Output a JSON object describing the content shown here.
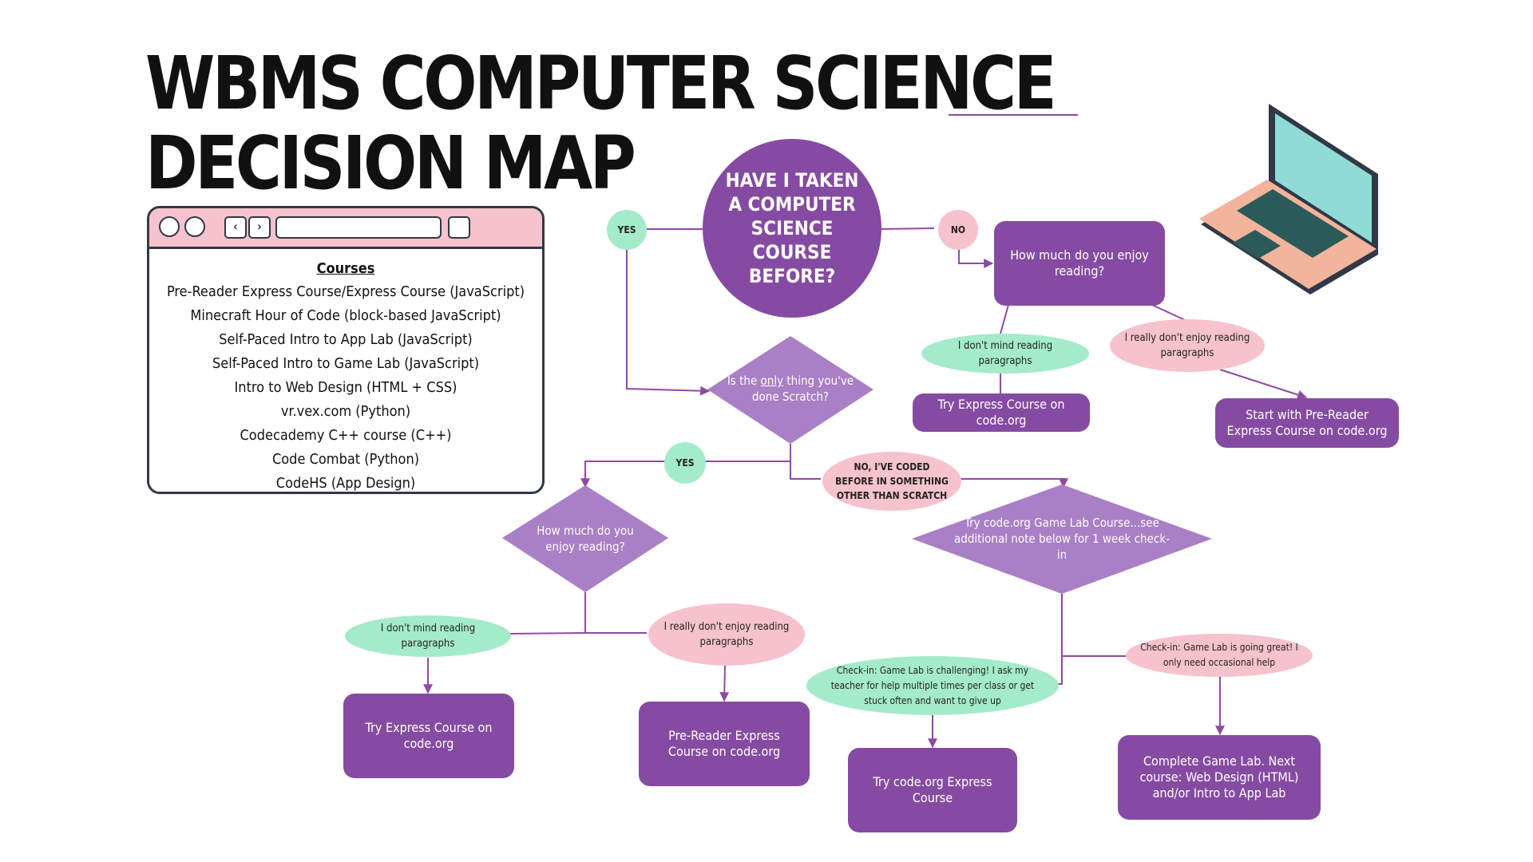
{
  "title": {
    "line1": "WBMS COMPUTER SCIENCE",
    "line2": "DECISION MAP"
  },
  "courses": {
    "heading": "Courses",
    "items": [
      "Pre-Reader Express Course/Express Course (JavaScript)",
      "Minecraft Hour of Code (block-based JavaScript)",
      "Self-Paced Intro to App Lab (JavaScript)",
      "Self-Paced Intro to Game Lab (JavaScript)",
      "Intro to Web Design (HTML + CSS)",
      "vr.vex.com (Python)",
      "Codecademy C++ course (C++)",
      "Code Combat  (Python)",
      "CodeHS (App Design)"
    ]
  },
  "flow": {
    "start": "HAVE I TAKEN A COMPUTER SCIENCE COURSE BEFORE?",
    "yes_label": "YES",
    "no_label": "NO",
    "scratch_q_before": "Is the ",
    "scratch_q_em": "only",
    "scratch_q_after": " thing you've done Scratch?",
    "scratch_yes": "YES",
    "scratch_no": "NO, I'VE CODED BEFORE IN SOMETHING OTHER THAN SCRATCH",
    "no_branch": {
      "question": "How much do you enjoy reading?",
      "dont_mind": "I don't mind reading paragraphs",
      "dont_enjoy": "I really don't enjoy reading paragraphs",
      "result_express": "Try Express Course on code.org",
      "result_prereader": "Start with Pre-Reader Express Course on code.org"
    },
    "scratch_branch": {
      "question": "How much do you enjoy reading?",
      "dont_mind": "I don't mind reading paragraphs",
      "dont_enjoy": "I really don't enjoy reading paragraphs",
      "result_express": "Try Express Course on code.org",
      "result_prereader": "Pre-Reader Express Course on code.org"
    },
    "gamelab": {
      "question": "Try code.org Game Lab Course...see additional note below for 1 week check-in",
      "challenging": "Check-in: Game Lab is challenging! I ask my teacher for help multiple times per class or get stuck often and want to give up",
      "great": "Check-in: Game Lab is going great! I only need occasional help",
      "result_express": "Try code.org Express Course",
      "result_complete": "Complete Game Lab. Next course: Web Design (HTML) and/or Intro to App Lab"
    }
  },
  "colors": {
    "purple": "#854ba2",
    "light_purple": "#a97fc5",
    "green": "#a4ebca",
    "pink": "#f6c2cd"
  }
}
